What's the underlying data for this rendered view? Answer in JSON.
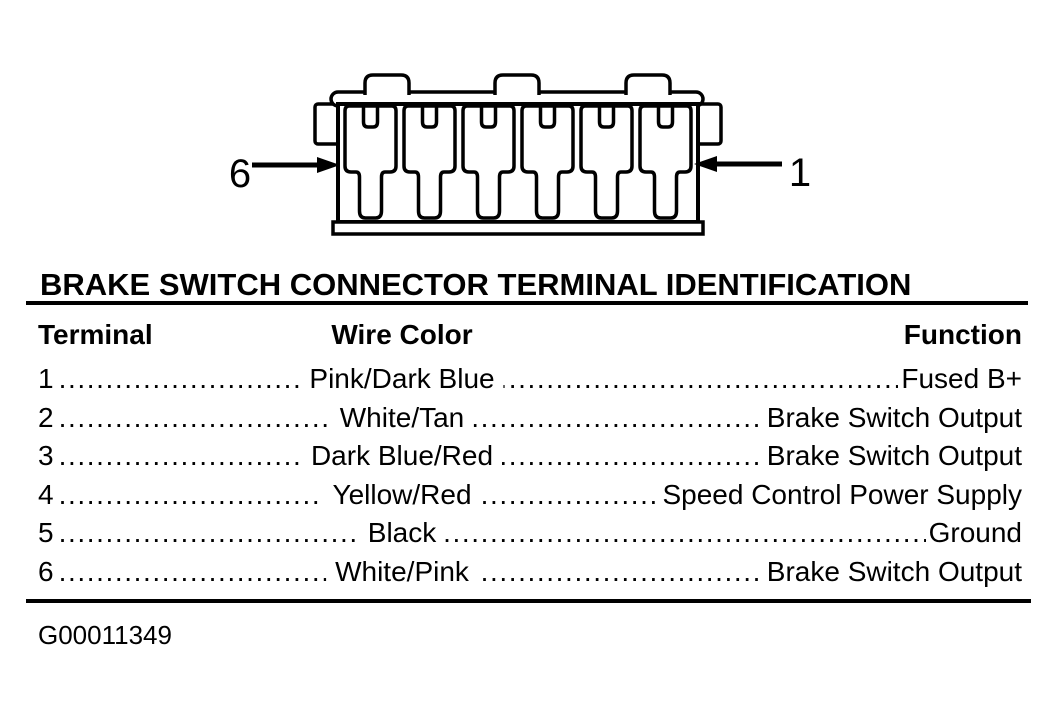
{
  "title": "BRAKE SWITCH CONNECTOR TERMINAL IDENTIFICATION",
  "diagram": {
    "left_pin_label": "6",
    "right_pin_label": "1"
  },
  "table": {
    "headers": {
      "terminal": "Terminal",
      "wire_color": "Wire Color",
      "function": "Function"
    },
    "rows": [
      {
        "terminal": "1",
        "wire_color": "Pink/Dark Blue",
        "function": "Fused B+"
      },
      {
        "terminal": "2",
        "wire_color": "White/Tan",
        "function": "Brake Switch Output"
      },
      {
        "terminal": "3",
        "wire_color": "Dark Blue/Red",
        "function": "Brake Switch Output"
      },
      {
        "terminal": "4",
        "wire_color": "Yellow/Red",
        "function": "Speed Control Power Supply"
      },
      {
        "terminal": "5",
        "wire_color": "Black",
        "function": "Ground"
      },
      {
        "terminal": "6",
        "wire_color": "White/Pink",
        "function": "Brake Switch Output"
      }
    ]
  },
  "footer": {
    "figure_id": "G00011349"
  },
  "colors": {
    "ink": "#000000",
    "background": "#ffffff"
  }
}
